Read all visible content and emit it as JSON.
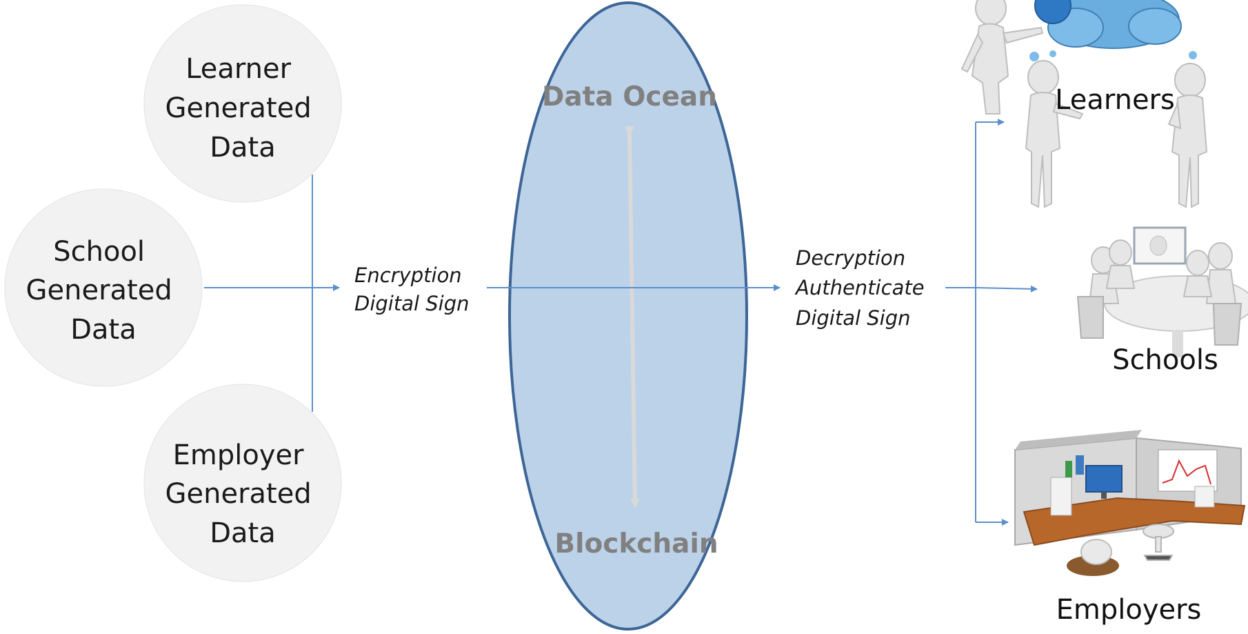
{
  "sources": {
    "learner": [
      "Learner",
      "Generated",
      "Data"
    ],
    "school": [
      "School",
      "Generated",
      "Data"
    ],
    "employer": [
      "Employer",
      "Generated",
      "Data"
    ]
  },
  "encrypt": [
    "Encryption",
    "Digital Sign"
  ],
  "ocean": {
    "top": "Data Ocean",
    "bottom": "Blockchain"
  },
  "decrypt": [
    "Decryption",
    "Authenticate",
    "Digital Sign"
  ],
  "destinations": {
    "learners": "Learners",
    "schools": "Schools",
    "employers": "Employers"
  },
  "colors": {
    "line": "#5b8fcb",
    "circle": "#f2f2f2",
    "ellipse_fill": "#bcd2e8",
    "ellipse_stroke": "#3d6596",
    "ocean_text": "#808080",
    "ocean_arrow": "#d9d9d9"
  }
}
